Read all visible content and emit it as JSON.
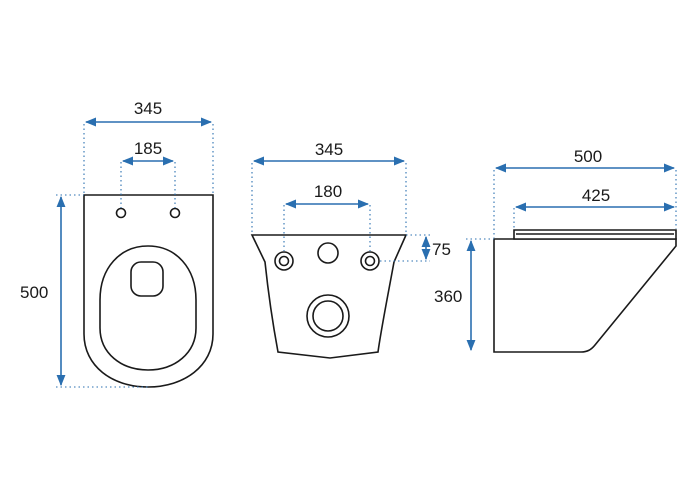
{
  "colors": {
    "outline": "#1a1a1a",
    "dimension": "#2a6fb0",
    "background": "#ffffff"
  },
  "top_view": {
    "width_label": "345",
    "hole_spacing_label": "185",
    "length_label": "500"
  },
  "rear_view": {
    "width_label": "345",
    "hole_spacing_label": "180",
    "hole_height_label": "75"
  },
  "side_view": {
    "length_label": "500",
    "seat_length_label": "425",
    "height_label": "360"
  }
}
